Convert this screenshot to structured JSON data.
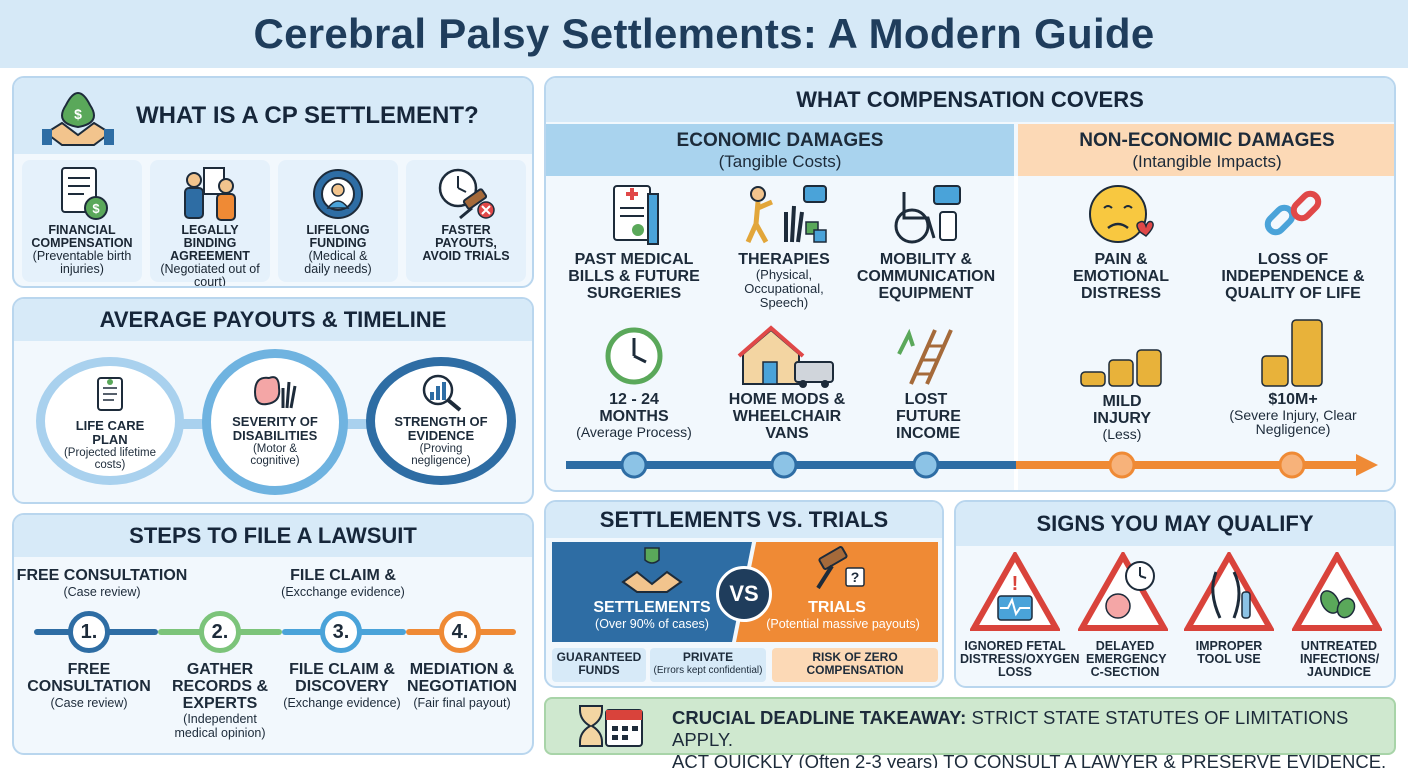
{
  "title": "Cerebral Palsy Settlements: A Modern Guide",
  "what_is": {
    "heading": "WHAT IS A CP SETTLEMENT?",
    "icon": "money-bag-handshake-icon",
    "cards": [
      {
        "icon": "document-dollar-icon",
        "title": "FINANCIAL COMPENSATION",
        "sub": "(Preventable birth injuries)"
      },
      {
        "icon": "people-agreement-icon",
        "title": "LEGALLY BINDING AGREEMENT",
        "sub": "(Negotiated out of court)"
      },
      {
        "icon": "person-gear-icon",
        "title": "LIFELONG FUNDING",
        "sub": "(Medical & daily needs)"
      },
      {
        "icon": "clock-gavel-icon",
        "title": "FASTER PAYOUTS, AVOID TRIALS",
        "sub": ""
      }
    ]
  },
  "payouts": {
    "heading": "AVERAGE PAYOUTS & TIMELINE",
    "circles": [
      {
        "icon": "scroll-icon",
        "title": "LIFE CARE PLAN",
        "sub": "(Projected lifetime costs)"
      },
      {
        "icon": "brain-hand-icon",
        "title": "SEVERITY OF DISABILITIES",
        "sub": "(Motor & cognitive)"
      },
      {
        "icon": "magnifier-chart-icon",
        "title": "STRENGTH OF EVIDENCE",
        "sub": "(Proving negligence)"
      }
    ]
  },
  "steps": {
    "heading": "STEPS TO FILE A LAWSUIT",
    "top_labels": [
      {
        "title": "FREE CONSULTATION",
        "sub": "(Case review)"
      },
      {
        "title": "FILE CLAIM &",
        "sub": "(Excchange evidence)"
      }
    ],
    "items": [
      {
        "num": "1.",
        "title": "FREE CONSULTATION",
        "sub": "(Case review)",
        "color": "#2e6da4"
      },
      {
        "num": "2.",
        "title": "GATHER RECORDS & EXPERTS",
        "sub": "(Independent medical opinion)",
        "color": "#7cc47a"
      },
      {
        "num": "3.",
        "title": "FILE CLAIM & DISCOVERY",
        "sub": "(Exchange evidence)",
        "color": "#4aa3d9"
      },
      {
        "num": "4.",
        "title": "MEDIATION & NEGOTIATION",
        "sub": "(Fair final payout)",
        "color": "#ef8a35"
      }
    ]
  },
  "compensation": {
    "heading": "WHAT COMPENSATION COVERS",
    "economic": {
      "title": "ECONOMIC DAMAGES",
      "sub": "(Tangible Costs)"
    },
    "non_economic": {
      "title": "NON-ECONOMIC DAMAGES",
      "sub": "(Intangible Impacts)"
    },
    "econ_items": [
      {
        "icon": "medical-bill-icon",
        "title": "PAST MEDICAL BILLS & FUTURE SURGERIES",
        "sub": ""
      },
      {
        "icon": "therapy-icon",
        "title": "THERAPIES",
        "sub": "(Physical, Occupational, Speech)"
      },
      {
        "icon": "wheelchair-icon",
        "title": "MOBILITY & COMMUNICATION EQUIPMENT",
        "sub": ""
      },
      {
        "icon": "timer-icon",
        "title": "12 - 24 MONTHS",
        "sub": "(Average Process)"
      },
      {
        "icon": "house-van-icon",
        "title": "HOME MODS & WHEELCHAIR VANS",
        "sub": ""
      },
      {
        "icon": "broken-ladder-icon",
        "title": "LOST FUTURE INCOME",
        "sub": ""
      }
    ],
    "nonecon_items": [
      {
        "icon": "sad-face-icon",
        "title": "PAIN & EMOTIONAL DISTRESS",
        "sub": ""
      },
      {
        "icon": "broken-chain-icon",
        "title": "LOSS OF INDEPENDENCE & QUALITY OF LIFE",
        "sub": ""
      },
      {
        "icon": "coins-small-icon",
        "title": "MILD INJURY",
        "sub": "(Less)"
      },
      {
        "icon": "coins-large-icon",
        "title": "$10M+",
        "sub": "(Severe Injury, Clear Negligence)"
      }
    ]
  },
  "vs": {
    "heading": "SETTLEMENTS VS. TRIALS",
    "settlements": {
      "title": "SETTLEMENTS",
      "sub": "(Over 90% of cases)"
    },
    "vs_label": "VS",
    "trials": {
      "title": "TRIALS",
      "sub": "(Potential massive payouts)"
    },
    "chips": [
      {
        "title": "GUARANTEED FUNDS",
        "sub": ""
      },
      {
        "title": "PRIVATE",
        "sub": "(Errors kept confidential)"
      },
      {
        "title": "RISK OF ZERO COMPENSATION",
        "sub": ""
      }
    ]
  },
  "qualify": {
    "heading": "SIGNS YOU MAY QUALIFY",
    "signs": [
      {
        "icon": "fetal-monitor-icon",
        "label": "IGNORED FETAL DISTRESS/OXYGEN LOSS"
      },
      {
        "icon": "fetus-clock-icon",
        "label": "DELAYED EMERGENCY C-SECTION"
      },
      {
        "icon": "forceps-icon",
        "label": "IMPROPER TOOL USE"
      },
      {
        "icon": "bacteria-icon",
        "label": "UNTREATED INFECTIONS/ JAUNDICE"
      }
    ]
  },
  "deadline": {
    "icon": "hourglass-calendar-icon",
    "lead": "CRUCIAL DEADLINE TAKEAWAY:",
    "rest1": " STRICT STATE STATUTES OF LIMITATIONS APPLY.",
    "line2": "ACT QUICKLY (Often 2-3 years) TO CONSULT A LAWYER & PRESERVE EVIDENCE."
  },
  "colors": {
    "navy": "#1f3d5c",
    "blue": "#2e6da4",
    "orange": "#ef8a35",
    "green": "#7cc47a",
    "panel": "#f2f8fd",
    "deadline": "#cfe8cf"
  }
}
